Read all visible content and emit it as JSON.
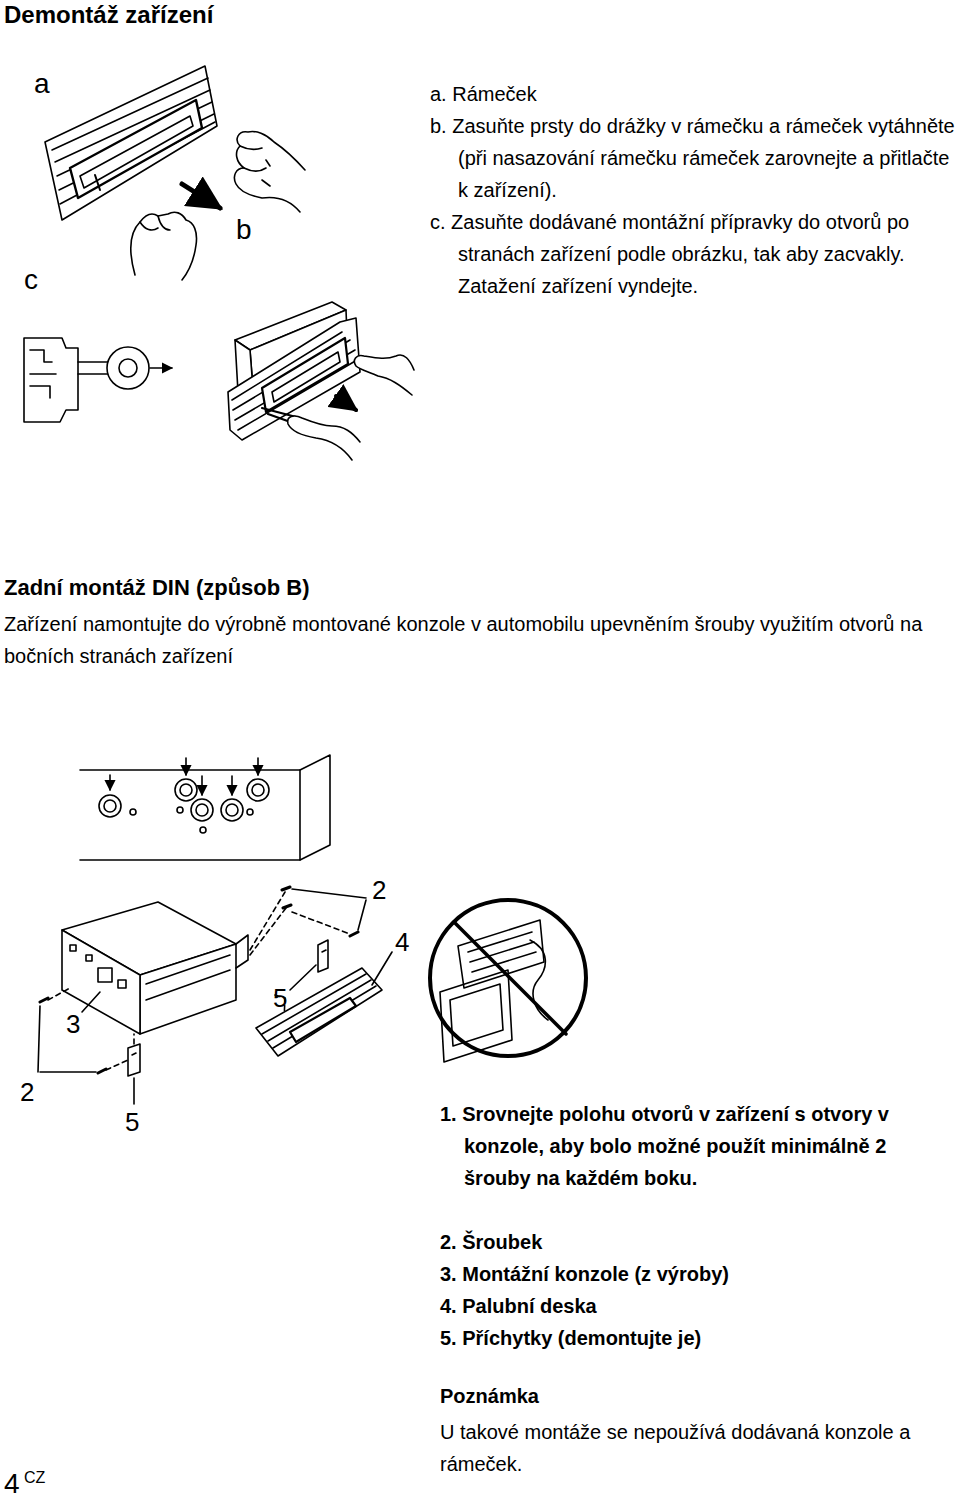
{
  "diagram": {
    "title": "Demontáž zařízení",
    "labels": [
      "a",
      "b",
      "c",
      "a. Rámeček",
      "b. Zasuňte prsty do drážky v rámečku a rámeček vytáhněte (při nasazování rámečku rámeček zarovnejte a přitlačte k zařízení).",
      "c. Zasuňte dodávané montážní přípravky do otvorů po stranách zařízení podle obrázku, tak aby zacvakly. Zatažení zařízení vyndejte.",
      "Zadní montáž DIN (způsob B)",
      "Zařízení namontujte do výrobně montované konzole v automobilu upevněním šrouby využitím otvorů na bočních stranách zařízení",
      "2",
      "4",
      "5",
      "3",
      "2",
      "5",
      "1. Srovnejte polohu otvorů v zařízení s otvory v konzole, aby bolo možné použít minimálně 2 šrouby na každém boku.",
      "2. Šroubek",
      "3. Montážní konzole (z výroby)",
      "4. Palubní deska",
      "5. Příchytky (demontujte je)",
      "Poznámka",
      "U takové montáže se nepoužívá dodávaná konzole a rámeček.",
      "4",
      "CZ"
    ]
  }
}
